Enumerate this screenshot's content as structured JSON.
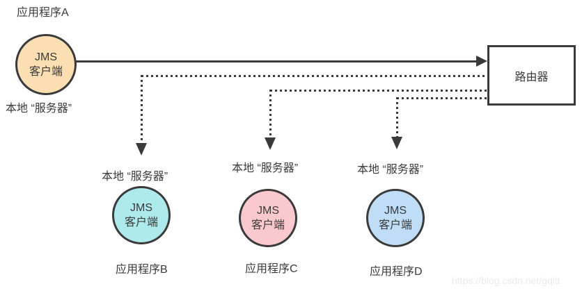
{
  "colors": {
    "stroke": "#3a3a3a",
    "text": "#3a3a3a",
    "node_a_fill": "#fbdfb2",
    "node_b_fill": "#aee9eb",
    "node_c_fill": "#fac9cd",
    "node_d_fill": "#bfddf6",
    "router_fill": "#ffffff",
    "watermark_color": "#eaeaee"
  },
  "router": {
    "label": "路由器"
  },
  "apps": [
    {
      "name": "A",
      "app_label": "应用程序A",
      "local_label": "本地 “服务器”",
      "client_line1": "JMS",
      "client_line2": "客户端"
    },
    {
      "name": "B",
      "app_label": "应用程序B",
      "local_label": "本地 “服务器”",
      "client_line1": "JMS",
      "client_line2": "客户端"
    },
    {
      "name": "C",
      "app_label": "应用程序C",
      "local_label": "本地 “服务器”",
      "client_line1": "JMS",
      "client_line2": "客户端"
    },
    {
      "name": "D",
      "app_label": "应用程序D",
      "local_label": "本地 “服务器”",
      "client_line1": "JMS",
      "client_line2": "客户端"
    }
  ],
  "edges": [
    {
      "from": "JMS客户端 A",
      "to": "路由器",
      "style": "solid-arrow"
    },
    {
      "from": "路由器",
      "to": "JMS客户端 B",
      "style": "dotted-arrow"
    },
    {
      "from": "路由器",
      "to": "JMS客户端 C",
      "style": "dotted-arrow"
    },
    {
      "from": "路由器",
      "to": "JMS客户端 D",
      "style": "dotted-arrow"
    }
  ],
  "watermark": "https://blog.csdn.net/gqltt"
}
